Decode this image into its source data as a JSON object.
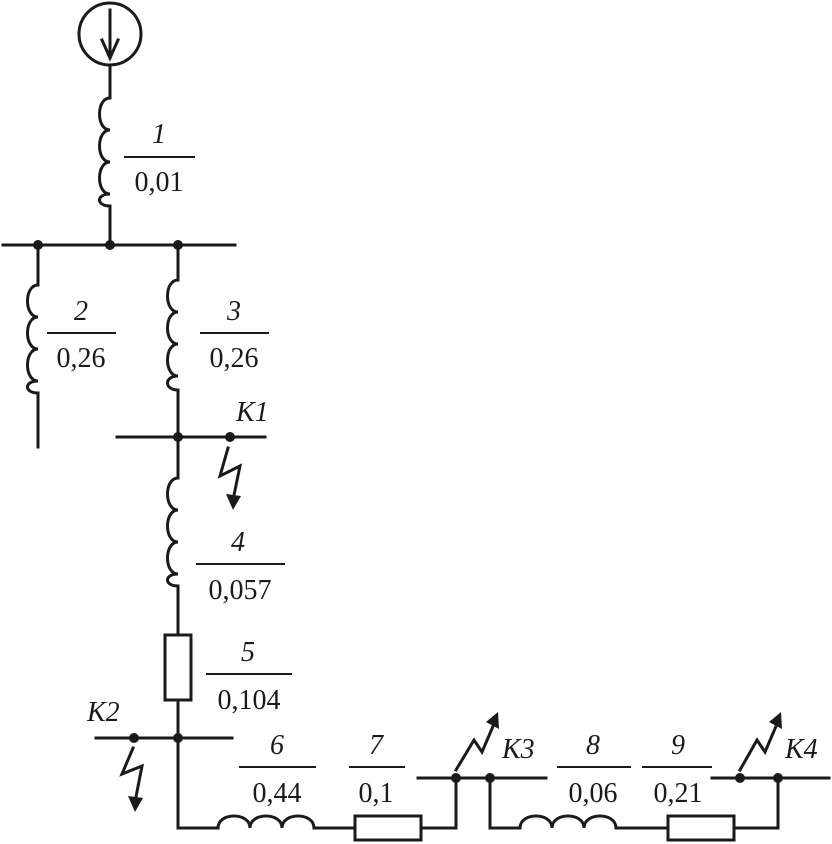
{
  "elements": [
    {
      "id": "1",
      "number": "1",
      "value": "0,01"
    },
    {
      "id": "2",
      "number": "2",
      "value": "0,26"
    },
    {
      "id": "3",
      "number": "3",
      "value": "0,26"
    },
    {
      "id": "4",
      "number": "4",
      "value": "0,057"
    },
    {
      "id": "5",
      "number": "5",
      "value": "0,104"
    },
    {
      "id": "6",
      "number": "6",
      "value": "0,44"
    },
    {
      "id": "7",
      "number": "7",
      "value": "0,1"
    },
    {
      "id": "8",
      "number": "8",
      "value": "0,06"
    },
    {
      "id": "9",
      "number": "9",
      "value": "0,21"
    }
  ],
  "faults": [
    {
      "id": "K1",
      "label": "K1"
    },
    {
      "id": "K2",
      "label": "K2"
    },
    {
      "id": "K3",
      "label": "K3"
    },
    {
      "id": "K4",
      "label": "K4"
    }
  ],
  "colors": {
    "line": "#1a1a1a",
    "background": "#ffffff"
  }
}
